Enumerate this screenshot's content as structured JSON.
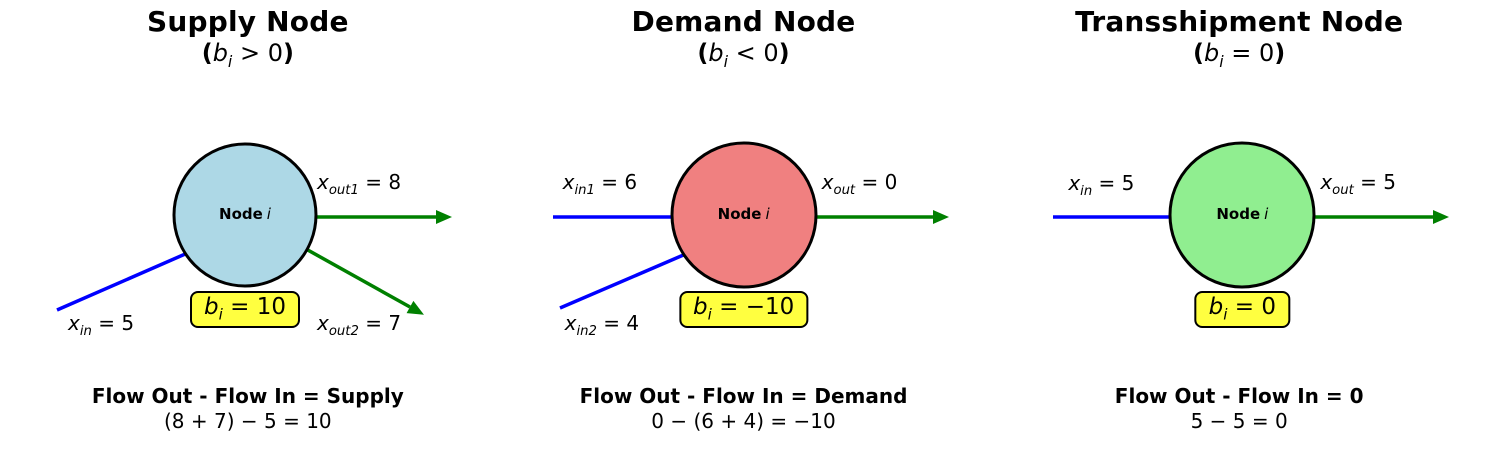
{
  "colors": {
    "inflow_blue": "#0000ff",
    "outflow_green": "#008000",
    "node_outline": "#000000",
    "supply_fill": "#add8e6",
    "demand_fill": "#f08080",
    "transshipment_fill": "#90ee90",
    "balance_fill": "#ffff40",
    "balance_border": "#000000"
  },
  "panels": [
    {
      "title": "Supply Node",
      "subtitle": {
        "open_paren": "(",
        "var": "b",
        "sub": "i",
        "relation": " > 0",
        "close_paren": ")"
      },
      "node": {
        "label": "Node",
        "label_sub": "i"
      },
      "flows": {
        "out1": {
          "var": "x",
          "sub": "out1",
          "value": " = 8"
        },
        "out2": {
          "var": "x",
          "sub": "out2",
          "value": " = 7"
        },
        "in": {
          "var": "x",
          "sub": "in",
          "value": " = 5"
        }
      },
      "balance": {
        "var": "b",
        "sub": "i",
        "value": " = 10"
      },
      "rule": {
        "title": "Flow Out - Flow In = Supply",
        "equation": "(8 + 7) − 5 = 10"
      }
    },
    {
      "title": "Demand Node",
      "subtitle": {
        "open_paren": "(",
        "var": "b",
        "sub": "i",
        "relation": " < 0",
        "close_paren": ")"
      },
      "node": {
        "label": "Node",
        "label_sub": "i"
      },
      "flows": {
        "in1": {
          "var": "x",
          "sub": "in1",
          "value": " = 6"
        },
        "in2": {
          "var": "x",
          "sub": "in2",
          "value": " = 4"
        },
        "out": {
          "var": "x",
          "sub": "out",
          "value": " = 0"
        }
      },
      "balance": {
        "var": "b",
        "sub": "i",
        "value": " = −10"
      },
      "rule": {
        "title": "Flow Out - Flow In = Demand",
        "equation": "0 − (6 + 4) = −10"
      }
    },
    {
      "title": "Transshipment Node",
      "subtitle": {
        "open_paren": "(",
        "var": "b",
        "sub": "i",
        "relation": " = 0",
        "close_paren": ")"
      },
      "node": {
        "label": "Node",
        "label_sub": "i"
      },
      "flows": {
        "in": {
          "var": "x",
          "sub": "in",
          "value": " = 5"
        },
        "out": {
          "var": "x",
          "sub": "out",
          "value": " = 5"
        }
      },
      "balance": {
        "var": "b",
        "sub": "i",
        "value": " = 0"
      },
      "rule": {
        "title": "Flow Out - Flow In = 0",
        "equation": "5 − 5 = 0"
      }
    }
  ]
}
